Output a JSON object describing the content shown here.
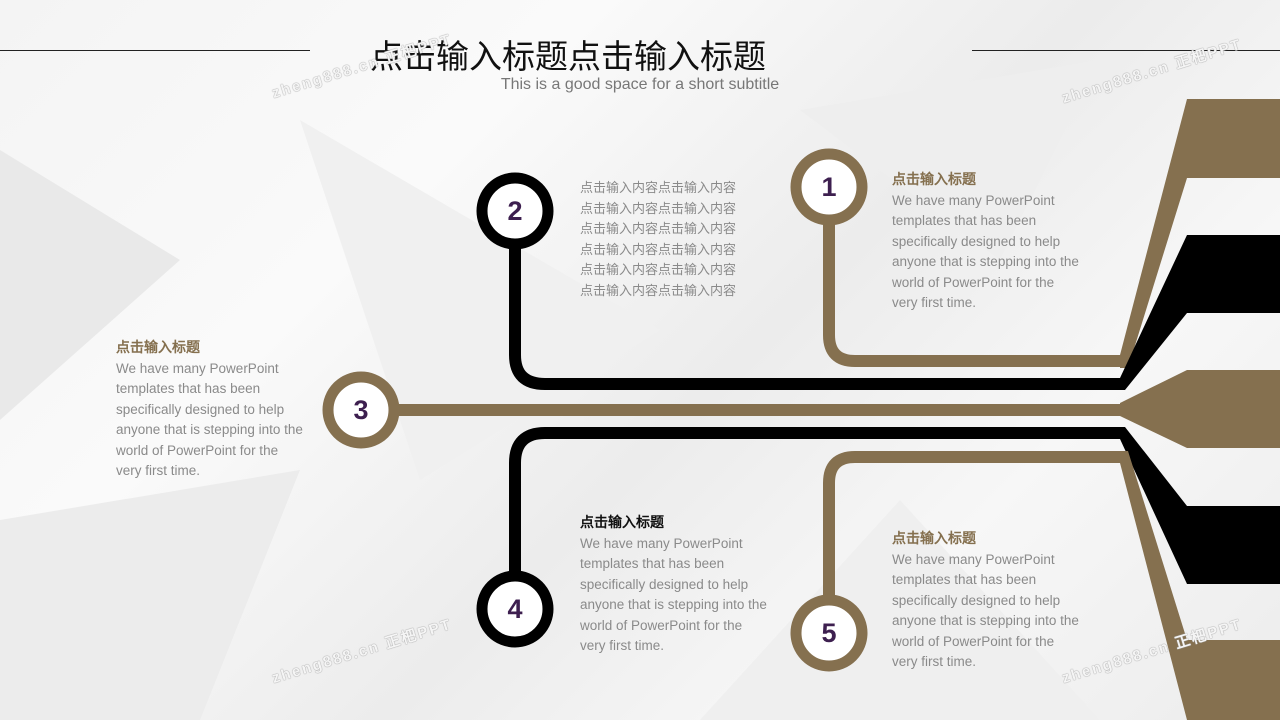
{
  "header": {
    "title": "点击输入标题点击输入标题",
    "subtitle": "This is a good space for a short subtitle"
  },
  "colors": {
    "brown": "#85704f",
    "black": "#000000",
    "number": "#3d1f4f"
  },
  "steps": [
    {
      "number": "1",
      "heading": "点击输入标题",
      "body": "We have many PowerPoint templates that has been specifically designed to help anyone that is stepping into the world of PowerPoint  for the very first time."
    },
    {
      "number": "2",
      "body_lines": [
        "点击输入内容点击输入内容",
        "点击输入内容点击输入内容",
        "点击输入内容点击输入内容",
        "点击输入内容点击输入内容",
        "点击输入内容点击输入内容",
        "点击输入内容点击输入内容"
      ]
    },
    {
      "number": "3",
      "heading": "点击输入标题",
      "body": "We have many PowerPoint templates that has been specifically designed to help anyone that is stepping into the world of PowerPoint  for the very first time."
    },
    {
      "number": "4",
      "heading": "点击输入标题",
      "body": "We have many PowerPoint templates that has been specifically designed to help anyone that is stepping into the world of PowerPoint  for the very first time."
    },
    {
      "number": "5",
      "heading": "点击输入标题",
      "body": "We have many PowerPoint templates that has been specifically designed to help anyone that is stepping into the world of PowerPoint  for the very first time."
    }
  ],
  "watermark": "zheng888.cn 正杷PPT"
}
